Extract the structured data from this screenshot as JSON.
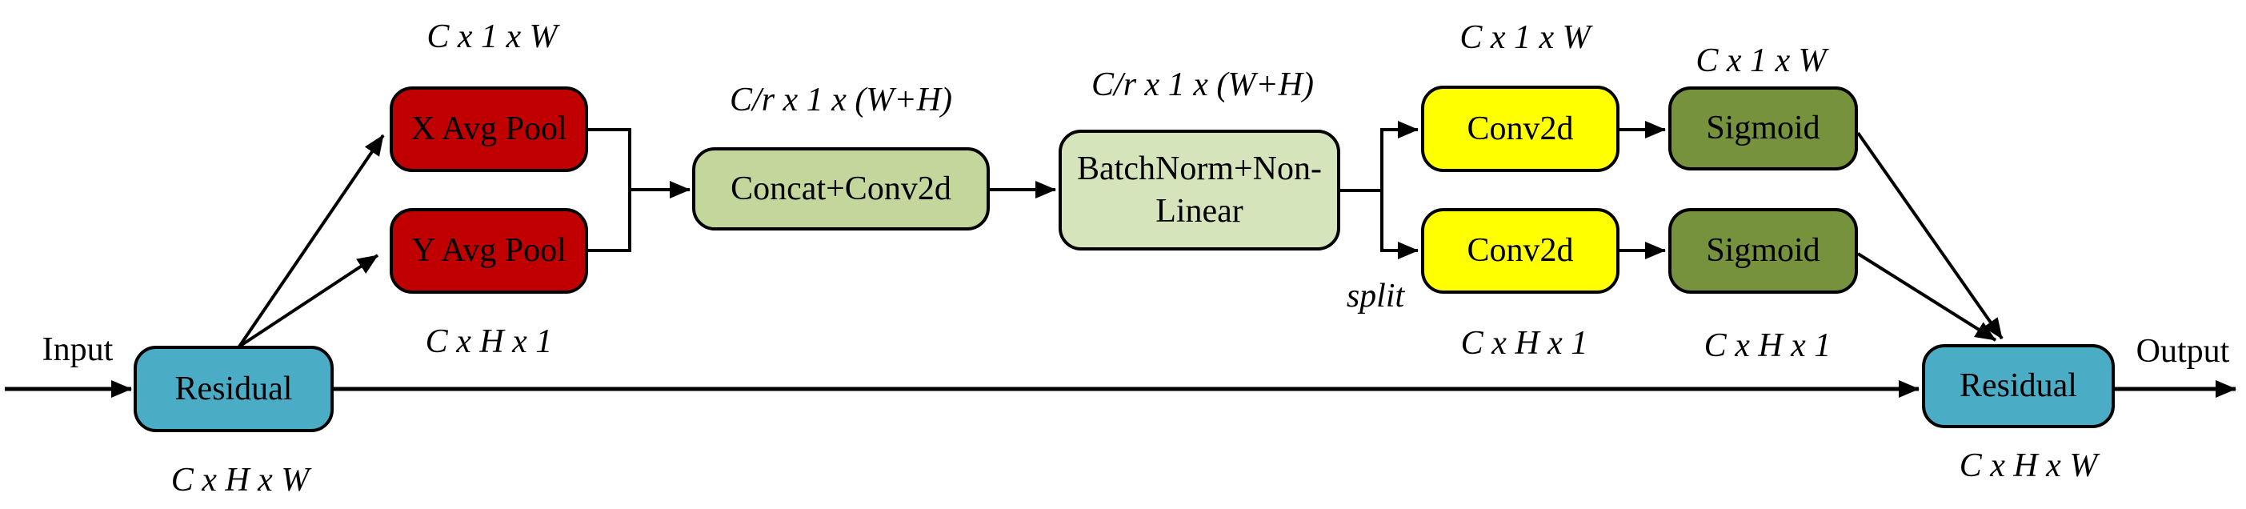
{
  "nodes": {
    "residual_in": {
      "label": "Residual",
      "fill": "#4BACC6"
    },
    "x_avg_pool": {
      "label": "X Avg Pool",
      "fill": "#C00000"
    },
    "y_avg_pool": {
      "label": "Y Avg Pool",
      "fill": "#C00000"
    },
    "concat_conv2d": {
      "label": "Concat+Conv2d",
      "fill": "#C3D69B"
    },
    "batchnorm_nonlinear": {
      "label": "BatchNorm+Non-Linear",
      "fill": "#D6E4BC"
    },
    "conv2d_top": {
      "label": "Conv2d",
      "fill": "#FFFF00"
    },
    "conv2d_bottom": {
      "label": "Conv2d",
      "fill": "#FFFF00"
    },
    "sigmoid_top": {
      "label": "Sigmoid",
      "fill": "#76923C"
    },
    "sigmoid_bottom": {
      "label": "Sigmoid",
      "fill": "#76923C"
    },
    "residual_out": {
      "label": "Residual",
      "fill": "#4BACC6"
    }
  },
  "dims": {
    "x_avg_pool_above": "C x 1 x W",
    "y_avg_pool_below": "C x H x 1",
    "concat_above": "C/r x 1 x (W+H)",
    "batchnorm_above": "C/r x 1 x (W+H)",
    "conv2d_top_above": "C x 1 x W",
    "sigmoid_top_above": "C x 1 x W",
    "conv2d_bottom_below": "C x H x 1",
    "sigmoid_bottom_below": "C x H x 1",
    "residual_in_below": "C x H x W",
    "residual_out_below": "C x H x W"
  },
  "annotations": {
    "input": "Input",
    "output": "Output",
    "split": "split"
  },
  "colors": {
    "residual": "#4BACC6",
    "avg_pool": "#C00000",
    "concat_conv2d": "#C3D69B",
    "batchnorm": "#D6E4BC",
    "conv2d": "#FFFF00",
    "sigmoid": "#76923C",
    "stroke": "#000000",
    "background": "#FFFFFF"
  }
}
